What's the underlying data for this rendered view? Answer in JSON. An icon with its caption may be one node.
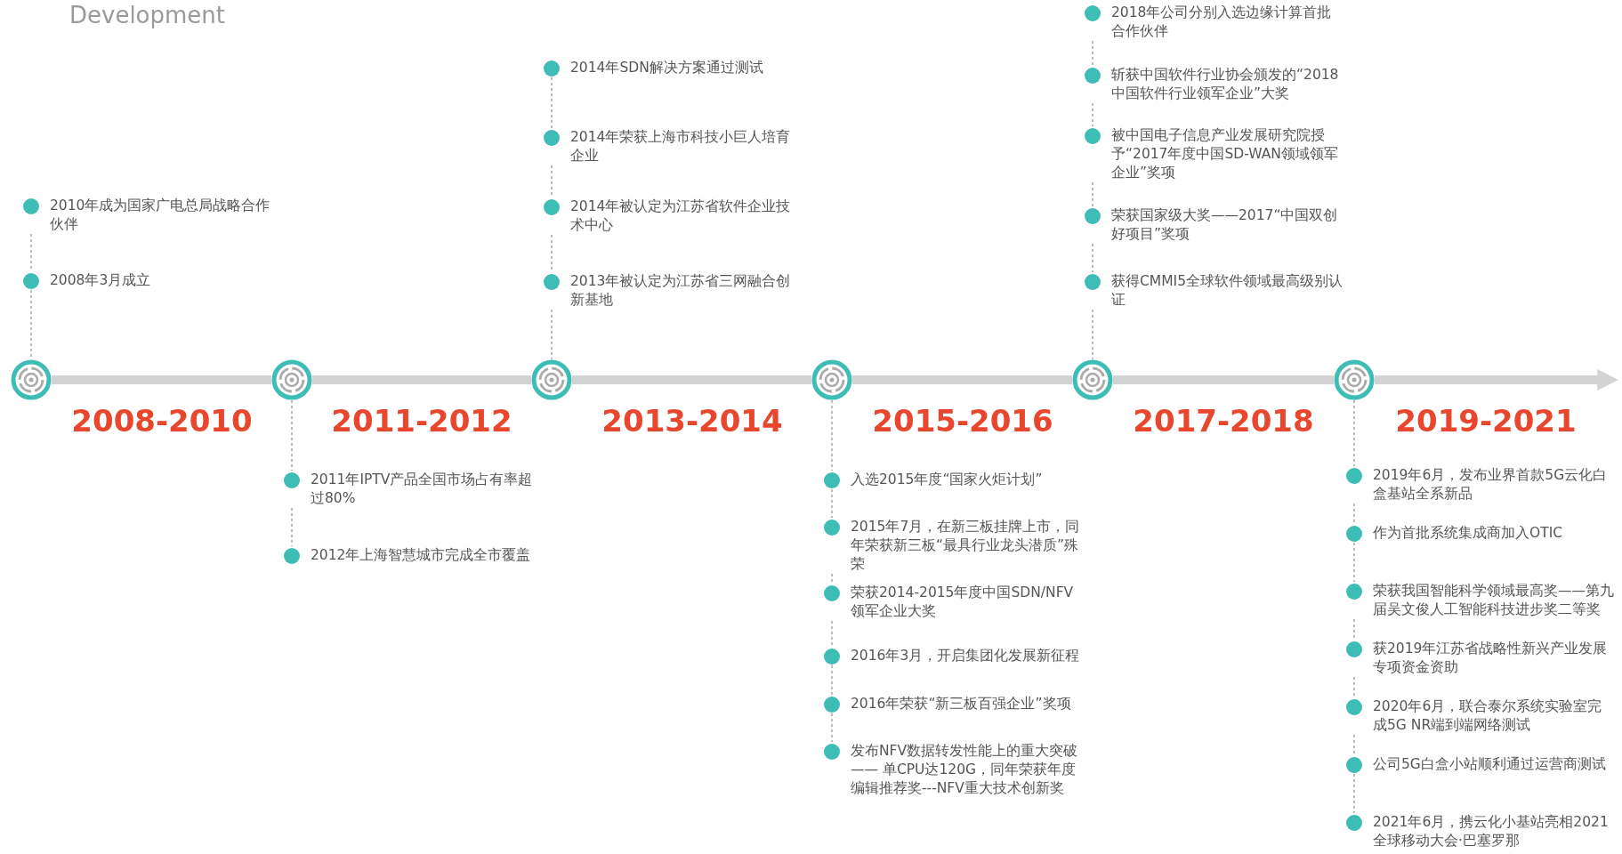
{
  "diagram": {
    "title": "Development",
    "nodes": [
      {
        "text": [],
        "shape": "circle"
      },
      {
        "text": [
          "2010年成为国家广电总局战略合作伙伴"
        ]
      },
      {
        "text": [
          "2008年3月成立"
        ]
      },
      {
        "text": [],
        "shape": "circle"
      },
      {
        "text": [
          "2011年IPTV产品全国市场占有率超过80%"
        ]
      },
      {
        "text": [
          "2012年上海智慧城市完成全市覆盖"
        ]
      },
      {
        "text": [],
        "shape": "circle"
      },
      {
        "text": [
          "2014年SDN解决方案通过测试"
        ]
      },
      {
        "text": [
          "2014年荣获上海市科技小巨人培育企业"
        ]
      },
      {
        "text": [
          "2014年被认定为江苏省软件企业技术中心"
        ]
      },
      {
        "text": [
          "2013年被认定为江苏省三网融合创新基地"
        ]
      },
      {
        "text": [],
        "shape": "circle"
      },
      {
        "text": [
          "入选2015年度“国家火炬计划”"
        ]
      },
      {
        "text": [
          "2015年7月，在新三板挂牌上市，同年荣获新三板“最具行业龙头潜质”殊荣"
        ]
      },
      {
        "text": [
          "荣获2014-2015年度中国SDN/NFV领军企业大奖"
        ]
      },
      {
        "text": [
          "2016年3月，开启集团化发展新征程"
        ]
      },
      {
        "text": [
          "2016年荣获“新三板百强企业”奖项"
        ]
      },
      {
        "text": [
          "发布NFV数据转发性能上的重大突破—— 单CPU达120G，同年荣获年度编辑推荐奖---NFV重大技术创新奖"
        ]
      },
      {
        "text": [],
        "shape": "circle"
      },
      {
        "text": [
          "2018年公司分别入选边缘计算首批合作伙伴"
        ]
      },
      {
        "text": [
          "斩获中国软件行业协会颁发的“2018中国软件行业领军企业”大奖"
        ]
      },
      {
        "text": [
          "被中国电子信息产业发展研究院授予“2017年度中国SD-WAN领域领军企业”奖项"
        ]
      },
      {
        "text": [
          "荣获国家级大奖——2017“中国双创好项目”奖项"
        ]
      },
      {
        "text": [
          "获得CMMI5全球软件领域最高级别认证"
        ]
      },
      {
        "text": [],
        "shape": "circle"
      },
      {
        "text": [
          "2019年6月，发布业界首款5G云化白盒基站全系新品"
        ]
      },
      {
        "text": [
          "作为首批系统集成商加入OTIC"
        ]
      },
      {
        "text": [
          "荣获我国智能科学领域最高奖——第九届吴文俊人工智能科技进步奖二等奖"
        ]
      },
      {
        "text": [
          "获2019年江苏省战略性新兴产业发展专项资金资助"
        ]
      },
      {
        "text": [
          "2020年6月，联合泰尔系统实验室完成5G NR端到端网络测试"
        ]
      },
      {
        "text": [
          "公司5G白盒小站顺利通过运营商测试"
        ]
      },
      {
        "text": [
          "2021年6月，携云化小基站亮相2021全球移动大会·巴塞罗那"
        ]
      }
    ],
    "edges": [
      {
        "from": 0,
        "to": 3,
        "arrow": "none",
        "style": "thick"
      },
      {
        "from": 3,
        "to": 6,
        "arrow": "none",
        "style": "thick"
      },
      {
        "from": 6,
        "to": 11,
        "arrow": "none",
        "style": "thick"
      },
      {
        "from": 11,
        "to": 18,
        "arrow": "none",
        "style": "thick"
      },
      {
        "from": 18,
        "to": 24,
        "arrow": "none",
        "style": "thick"
      },
      {
        "from": 24,
        "to": null,
        "arrow": "to",
        "style": "thick"
      },
      {
        "from": 1,
        "to": 2,
        "arrow": "none",
        "style": "dashed"
      },
      {
        "from": 2,
        "to": 0,
        "arrow": "none",
        "style": "dashed"
      },
      {
        "from": 3,
        "to": 4,
        "arrow": "none",
        "style": "dashed"
      },
      {
        "from": 4,
        "to": 5,
        "arrow": "none",
        "style": "dashed"
      },
      {
        "from": 7,
        "to": 8,
        "arrow": "none",
        "style": "dashed"
      },
      {
        "from": 8,
        "to": 9,
        "arrow": "none",
        "style": "dashed"
      },
      {
        "from": 9,
        "to": 10,
        "arrow": "none",
        "style": "dashed"
      },
      {
        "from": 10,
        "to": 6,
        "arrow": "none",
        "style": "dashed"
      },
      {
        "from": 11,
        "to": 12,
        "arrow": "none",
        "style": "dashed"
      },
      {
        "from": 12,
        "to": 13,
        "arrow": "none",
        "style": "dashed"
      },
      {
        "from": 13,
        "to": 14,
        "arrow": "none",
        "style": "dashed"
      },
      {
        "from": 14,
        "to": 15,
        "arrow": "none",
        "style": "dashed"
      },
      {
        "from": 15,
        "to": 16,
        "arrow": "none",
        "style": "dashed"
      },
      {
        "from": 16,
        "to": 17,
        "arrow": "none",
        "style": "dashed"
      },
      {
        "from": 19,
        "to": 20,
        "arrow": "none",
        "style": "dashed"
      },
      {
        "from": 20,
        "to": 21,
        "arrow": "none",
        "style": "dashed"
      },
      {
        "from": 21,
        "to": 22,
        "arrow": "none",
        "style": "dashed"
      },
      {
        "from": 22,
        "to": 23,
        "arrow": "none",
        "style": "dashed"
      },
      {
        "from": 23,
        "to": 18,
        "arrow": "none",
        "style": "dashed"
      },
      {
        "from": 24,
        "to": 25,
        "arrow": "none",
        "style": "dashed"
      },
      {
        "from": 25,
        "to": 26,
        "arrow": "none",
        "style": "dashed"
      },
      {
        "from": 26,
        "to": 27,
        "arrow": "none",
        "style": "dashed"
      },
      {
        "from": 27,
        "to": 28,
        "arrow": "none",
        "style": "dashed"
      },
      {
        "from": 28,
        "to": 29,
        "arrow": "none",
        "style": "dashed"
      },
      {
        "from": 29,
        "to": 30,
        "arrow": "none",
        "style": "dashed"
      },
      {
        "from": 30,
        "to": 31,
        "arrow": "none",
        "style": "dashed"
      }
    ],
    "labels": [
      "2008-2010",
      "2011-2012",
      "2013-2014",
      "2015-2016",
      "2017-2018",
      "2019-2021"
    ]
  }
}
